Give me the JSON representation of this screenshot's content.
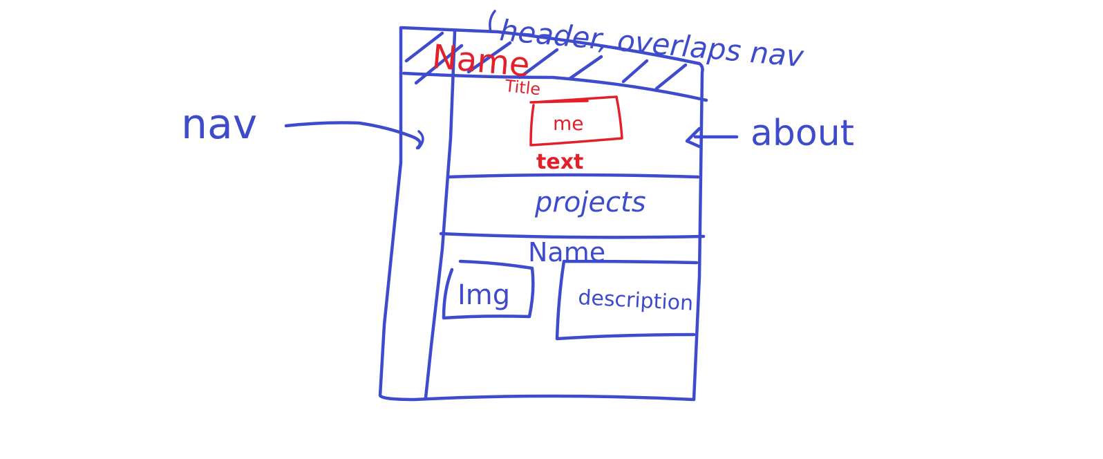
{
  "colors": {
    "blue_ink": "#3d4bcc",
    "red_ink": "#e3202a",
    "background": "#ffffff"
  },
  "labels": {
    "header_note": "header, overlaps nav",
    "nav": "nav",
    "about": "about",
    "header_name": "Name",
    "header_title": "Title",
    "about_box": "me",
    "about_text": "text",
    "projects": "projects",
    "project_name": "Name",
    "image_box": "Img",
    "description_box": "description"
  }
}
